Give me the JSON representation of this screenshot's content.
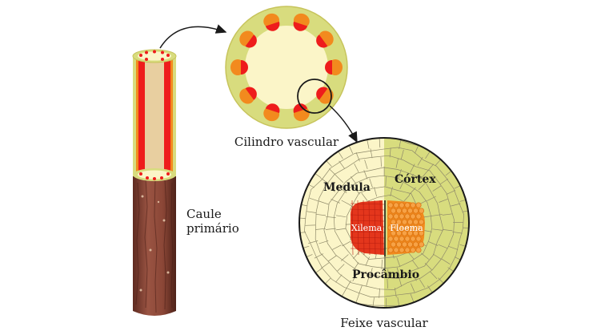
{
  "labels": {
    "stem": [
      "Caule",
      "primário"
    ],
    "cylinder": "Cilindro vascular",
    "bundle": "Feixe vascular",
    "medulla": "Medula",
    "cortex": "Córtex",
    "xylem": "Xilema",
    "phloem": "Floema",
    "procambium": "Procâmbio"
  },
  "colors": {
    "bark": "#8e4a3a",
    "bark_dark": "#5e2a20",
    "pith": "#e8cfa0",
    "cortex_green": "#d8dc7e",
    "medulla_cream": "#fbf5c8",
    "xylem_red": "#e4361c",
    "phloem_orange": "#f28a1e",
    "accent_red": "#ee1c1c"
  }
}
